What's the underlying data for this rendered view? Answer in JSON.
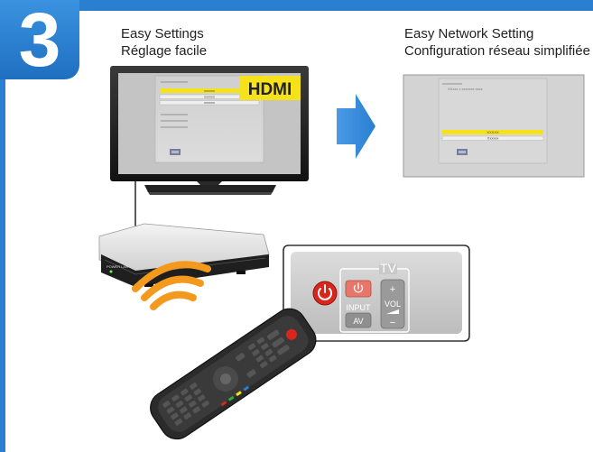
{
  "step": {
    "number": "3"
  },
  "captions": {
    "left_line1": "Easy Settings",
    "left_line2": "Réglage facile",
    "right_line1": "Easy Network Setting",
    "right_line2": "Configuration réseau simplifiée"
  },
  "tv_screen": {
    "input_label": "HDMI",
    "menu_header": "xxxxxxxxxxxxxxx",
    "menu_items": [
      "xxxxxx",
      "xxxxxx",
      "xxxxxx"
    ],
    "menu_lines": [
      "xxxxxxxxxxxxxxx",
      "xxxxxxxxxxxxxxx",
      "xxxxxxxxxxxxxxx"
    ]
  },
  "network_screen": {
    "header": "xxxxxxxxxxx",
    "subheader": "XXxxx x xxxxxxx xxxx",
    "items": [
      "XXXXX",
      "Xxxxxx"
    ]
  },
  "remote_closeup": {
    "tv_label": "TV",
    "input_label": "INPUT",
    "av_label": "AV",
    "vol_label": "VOL",
    "plus": "+",
    "minus": "−"
  },
  "box_panel": {
    "power_label": "POWER",
    "lan_label": "LAN"
  },
  "colors": {
    "brand_blue": "#2a7fd0",
    "highlight_yellow": "#f6e21a",
    "power_red": "#d9261c",
    "signal_orange": "#f39a1e"
  }
}
